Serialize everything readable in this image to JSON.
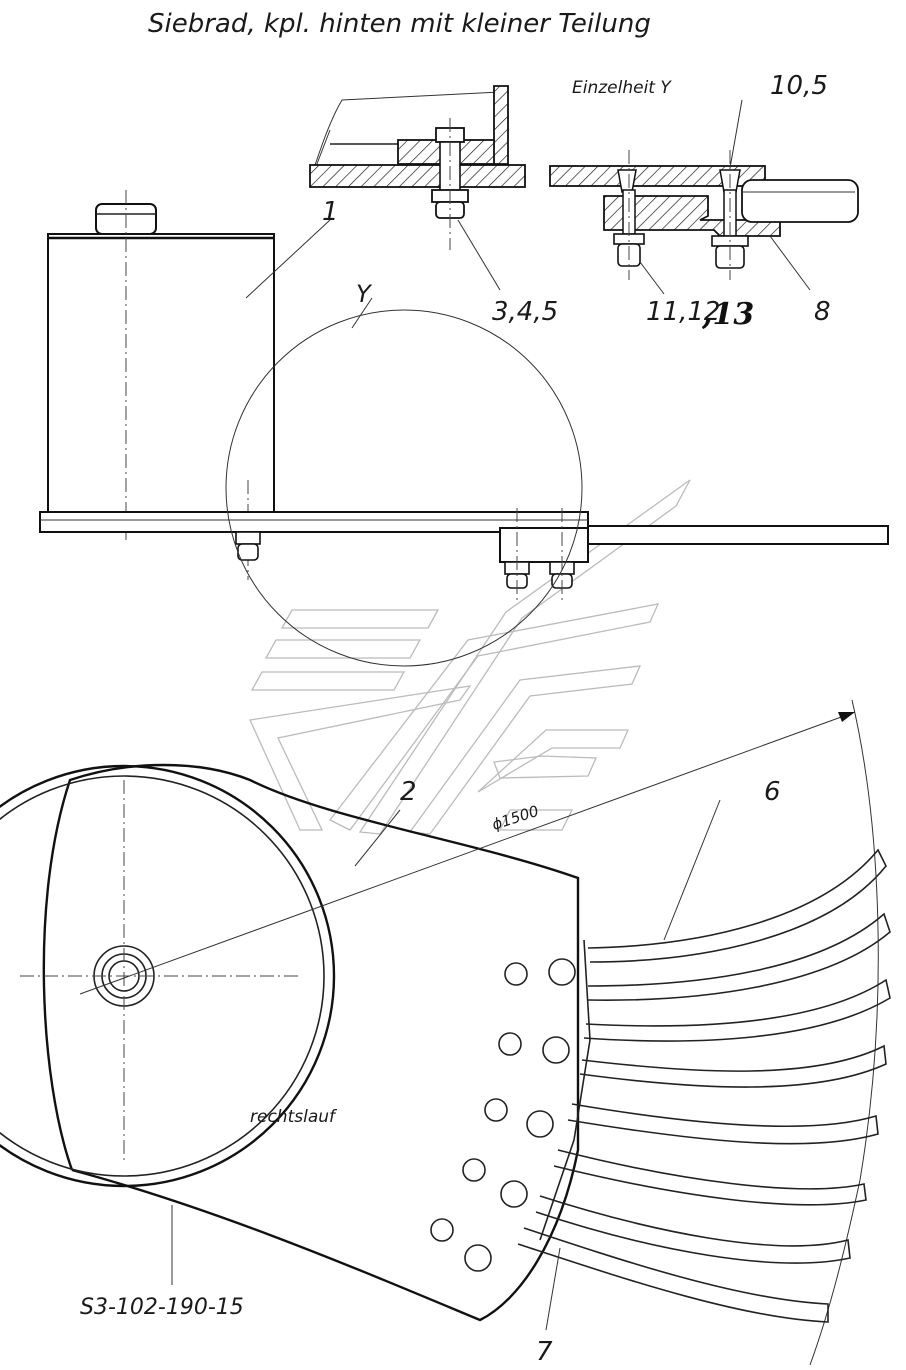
{
  "title": "Siebrad, kpl. hinten mit kleiner Teilung",
  "detail_label": "Einzelheit Y",
  "detail_marker": "Y",
  "callouts": {
    "c1": "1",
    "c2": "2",
    "c345": "3,4,5",
    "c105": "10,5",
    "c1112": "11,12",
    "c13": ",13",
    "c8": "8",
    "c6": "6",
    "c7": "7"
  },
  "diameter": "ϕ1500",
  "rotation": "rechtslauf",
  "drawing_number": "S3-102-190-15",
  "colors": {
    "line": "#222222",
    "watermark": "#bbbbbb"
  }
}
